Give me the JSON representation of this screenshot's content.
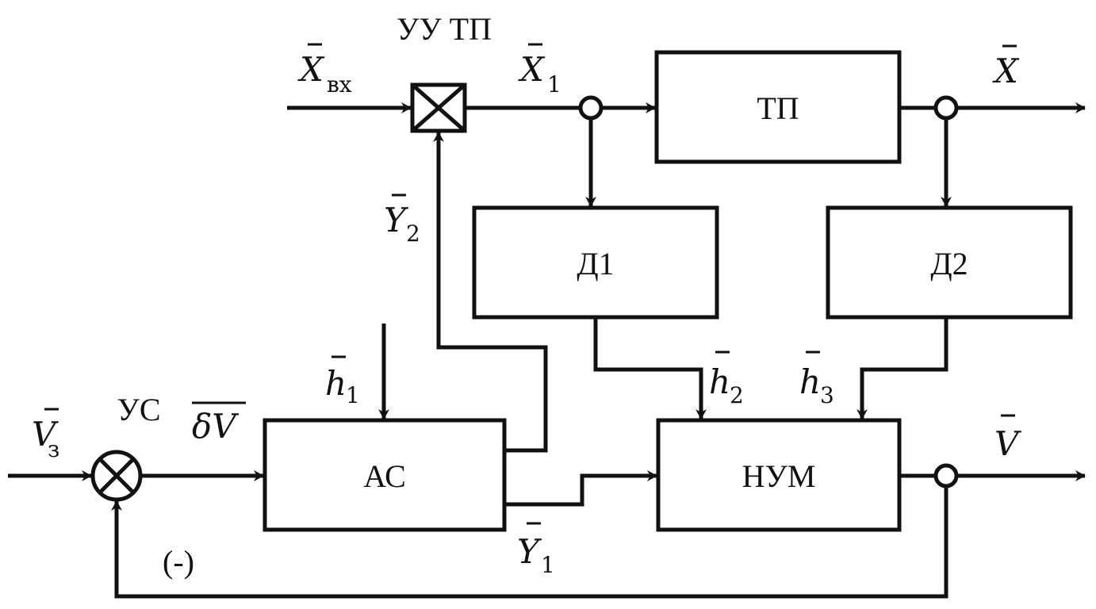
{
  "title": "",
  "blocks": {
    "tp": "ТП",
    "d1": "Д1",
    "d2": "Д2",
    "as": "АС",
    "num": "НУМ"
  },
  "nodes": {
    "uu_tp": "УУ ТП",
    "us": "УС"
  },
  "signals": {
    "x_in": {
      "main": "X",
      "sub": "вх"
    },
    "x1": {
      "main": "X",
      "sub": "1"
    },
    "x_out": {
      "main": "X",
      "sub": ""
    },
    "y1": {
      "main": "Y",
      "sub": "1"
    },
    "y2": {
      "main": "Y",
      "sub": "2"
    },
    "h1": {
      "main": "h",
      "sub": "1"
    },
    "h2": {
      "main": "h",
      "sub": "2"
    },
    "h3": {
      "main": "h",
      "sub": "3"
    },
    "v_set": {
      "main": "V",
      "sub": "з"
    },
    "dv": {
      "main": "δV",
      "sub": ""
    },
    "v_out": {
      "main": "V",
      "sub": ""
    }
  },
  "feedback_sign": "(-)"
}
